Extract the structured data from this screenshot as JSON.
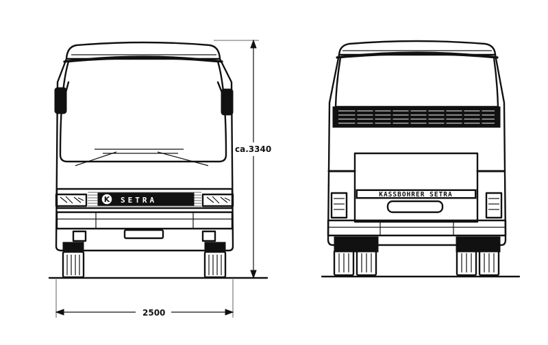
{
  "dimensions": {
    "height_label": "ca.3340",
    "width_label": "2500"
  },
  "front_view": {
    "brand_text": "SETRA",
    "logo_letter": "K"
  },
  "rear_view": {
    "plate_text": "KÄSSBOHRER SETRA"
  }
}
